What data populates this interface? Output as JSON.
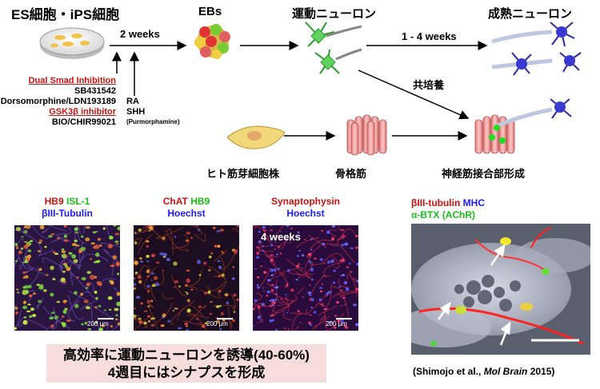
{
  "top": {
    "es_ips": "ES細胞・iPS細胞",
    "ebs": "EBs",
    "motor_neuron": "運動ニューロン",
    "mature_neuron": "成熟ニューロン",
    "two_weeks": "2 weeks",
    "one_four_weeks": "1 - 4 weeks",
    "coculture": "共培養",
    "myoblast": "ヒト筋芽細胞株",
    "skeletal_muscle": "骨格筋",
    "nmj": "神経筋接合部形成"
  },
  "factors": {
    "dual_smad": "Dual Smad Inhibition",
    "sb": "SB431542",
    "dorso": "Dorsomorphine/LDN193189",
    "gsk": "GSK3β inhibitor",
    "bio": "BIO/CHIR99021",
    "ra": "RA",
    "shh": "SHH",
    "purmorphamine": "(Purmorphamine)"
  },
  "panels": {
    "p1": {
      "a": "HB9",
      "b": "ISL-1",
      "c": "βIII-Tubulin",
      "scale": "200 μm"
    },
    "p2": {
      "a": "ChAT",
      "b": "HB9",
      "c": "Hoechst",
      "scale": "200 μm"
    },
    "p3": {
      "a": "Synaptophysin",
      "c": "Hoechst",
      "overlay": "4 weeks",
      "scale": "200 μm"
    },
    "p4": {
      "a": "βIII-tubulin",
      "b": "MHC",
      "c": "α-BTX (AChR)"
    }
  },
  "summary": {
    "line1": "高効率に運動ニューロンを誘導(40-60%)",
    "line2": "4週目にはシナプスを形成"
  },
  "citation": {
    "pre": "(Shimojo et al., ",
    "journal": "Mol Brain",
    "post": " 2015)"
  },
  "colors": {
    "red_text": "#cc1111",
    "green_text": "#18c018",
    "blue_text": "#1a1aff",
    "summary_bg": "#f7dcdc"
  }
}
